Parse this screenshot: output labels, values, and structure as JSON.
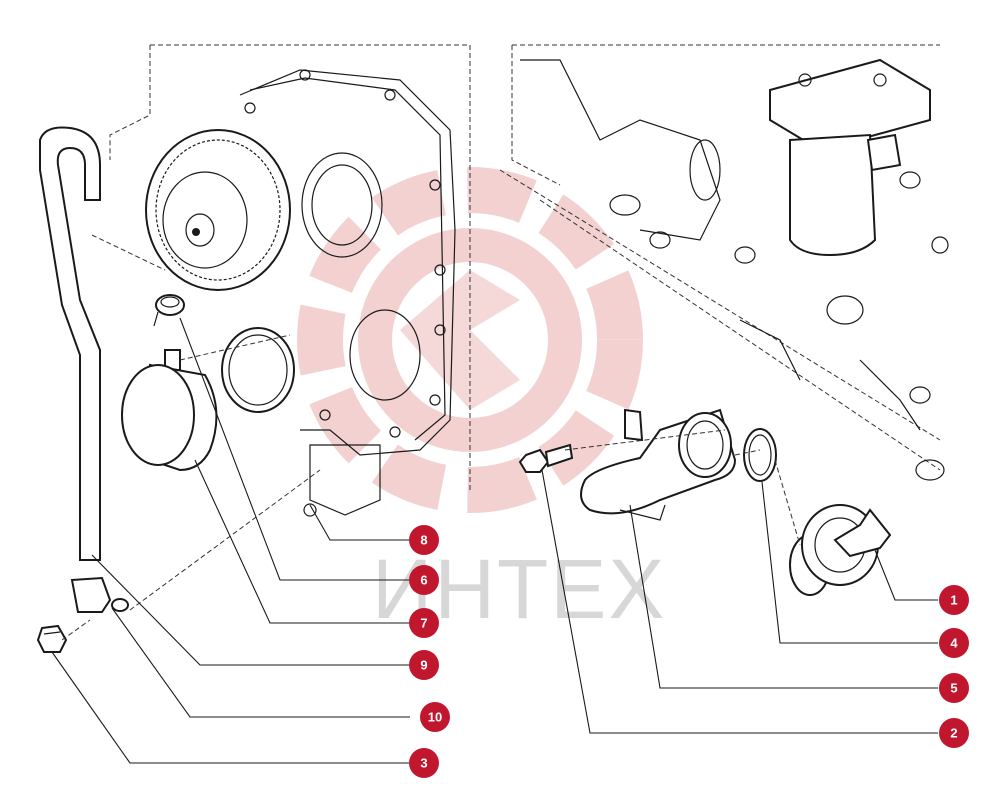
{
  "watermark": {
    "text": "ИНТЕХ",
    "logo_color": "#e8a8a8"
  },
  "badge_color": "#c0172f",
  "callouts": [
    {
      "number": "1"
    },
    {
      "number": "2"
    },
    {
      "number": "3"
    },
    {
      "number": "4"
    },
    {
      "number": "5"
    },
    {
      "number": "6"
    },
    {
      "number": "7"
    },
    {
      "number": "8"
    },
    {
      "number": "9"
    },
    {
      "number": "10"
    }
  ],
  "icons": {
    "watermark_logo": "gear-wrench-logo-icon"
  }
}
